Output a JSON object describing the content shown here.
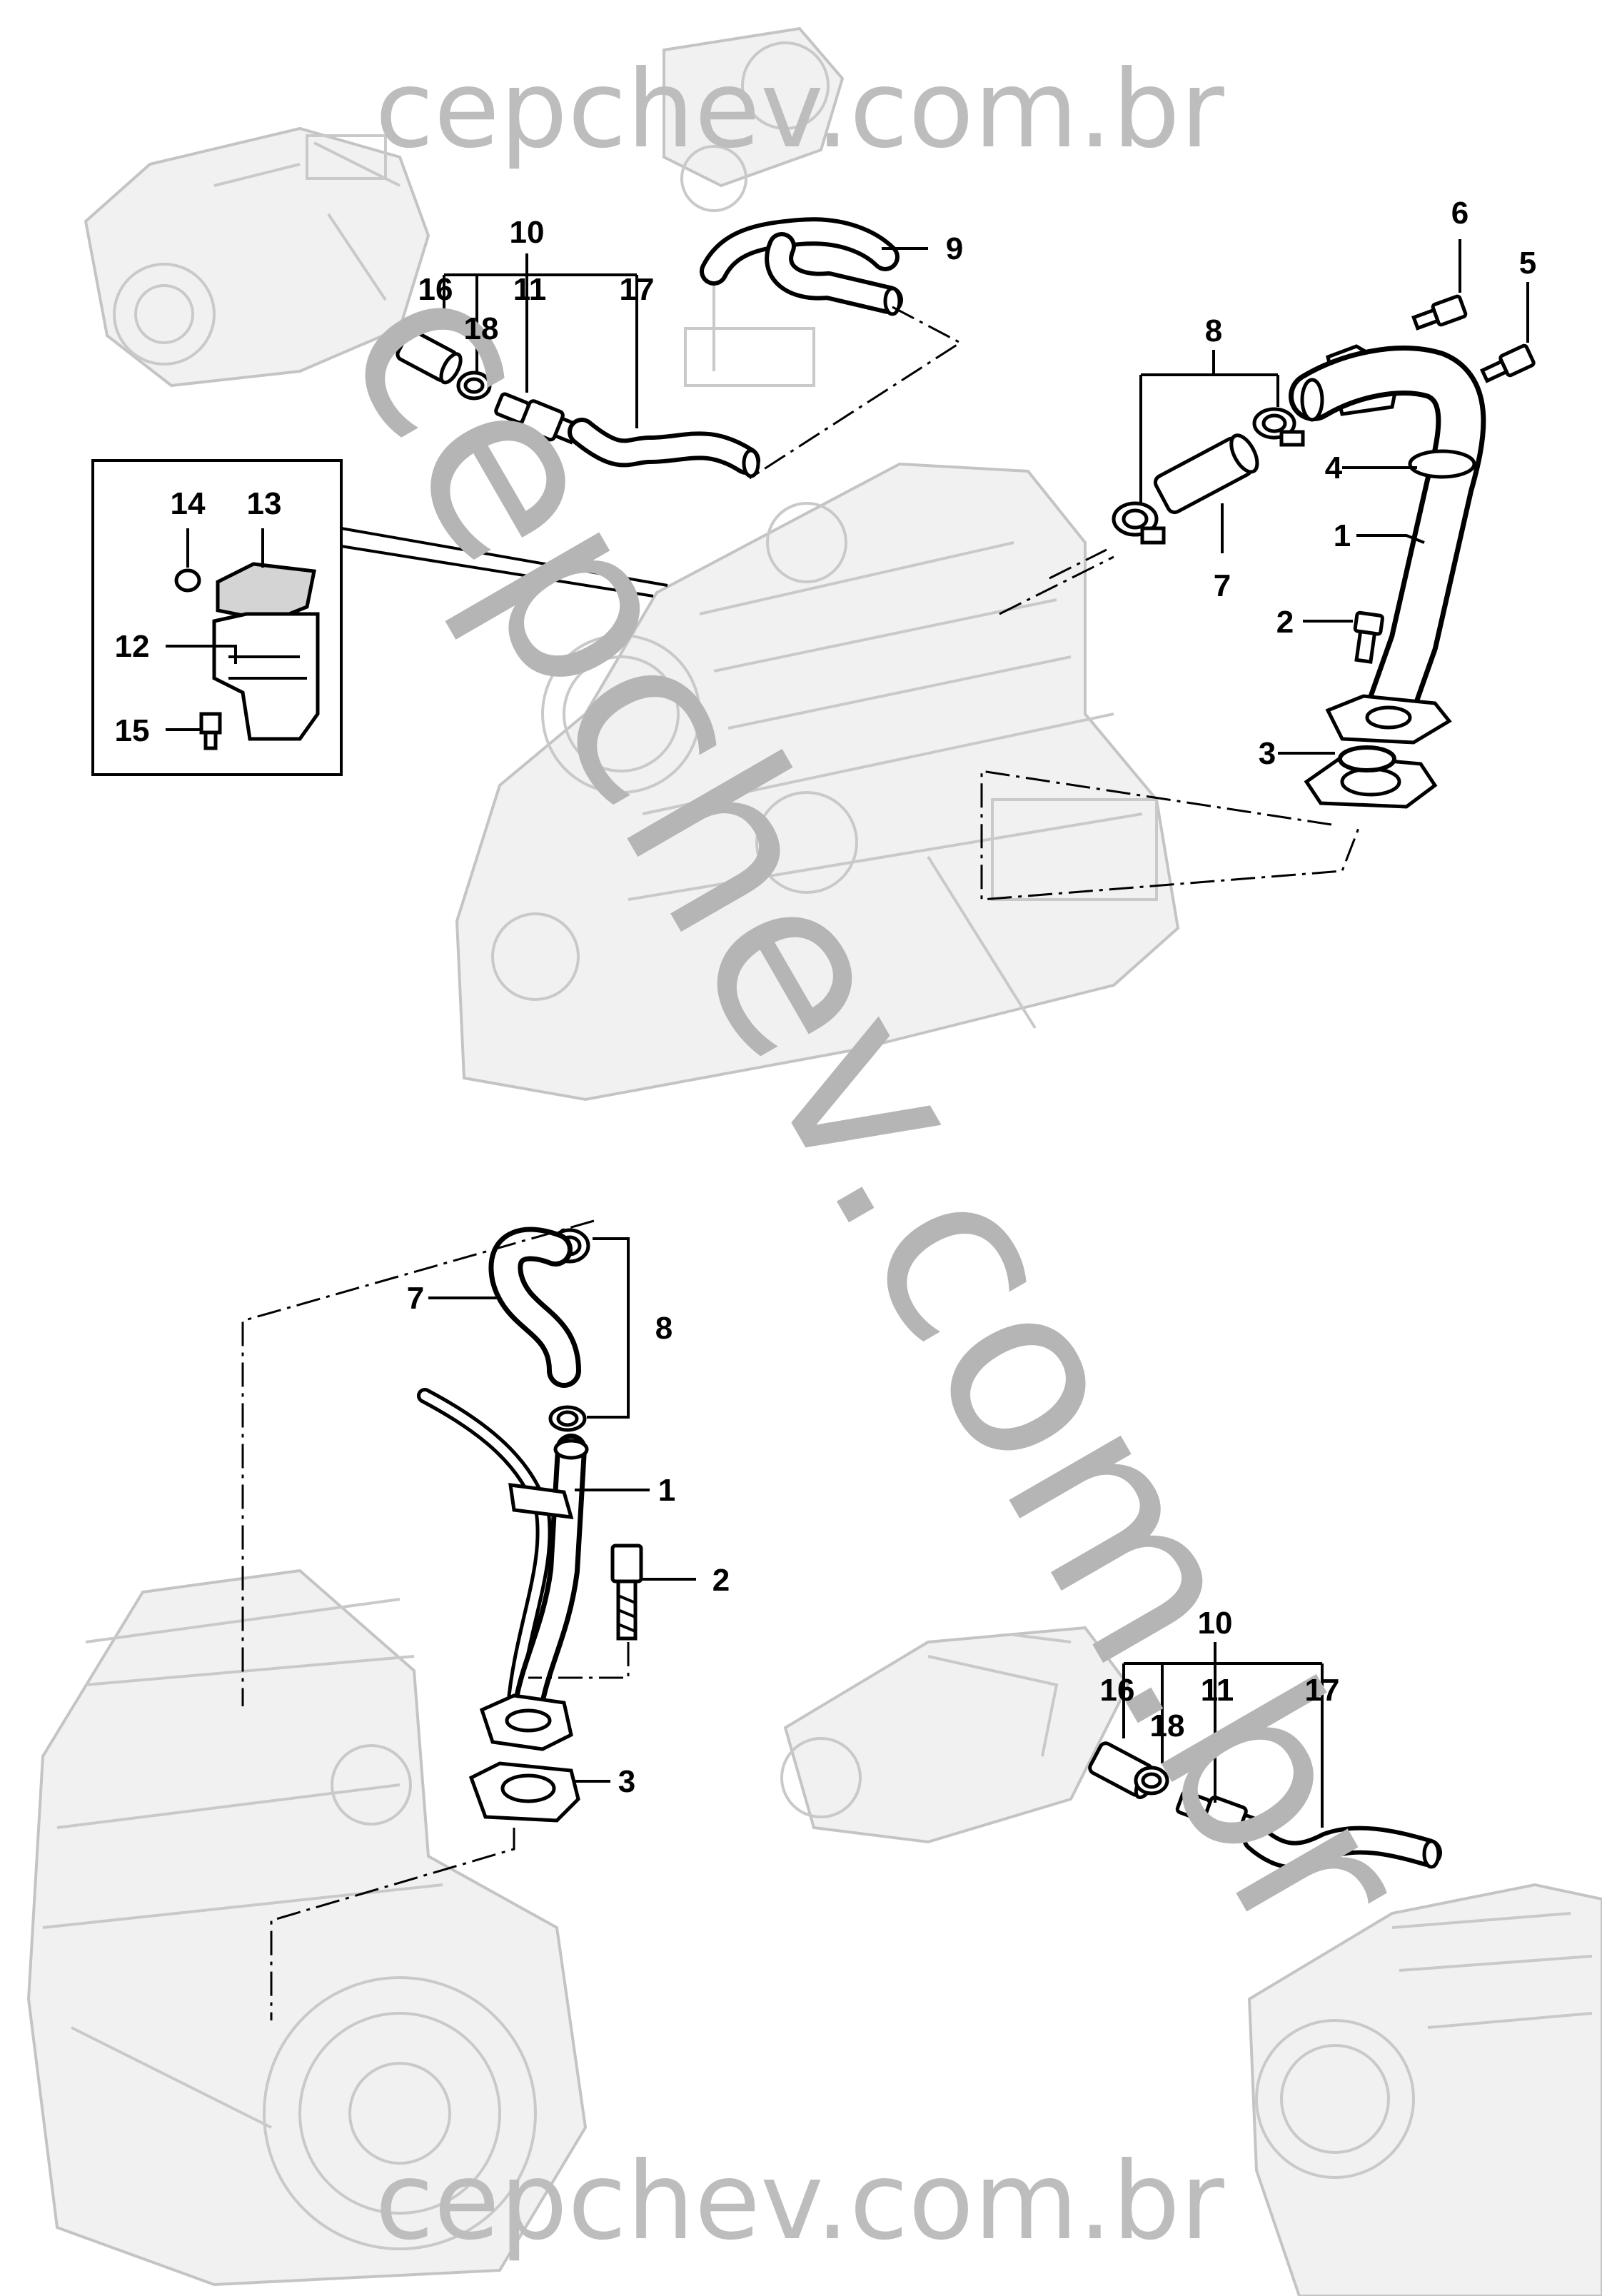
{
  "watermarks": {
    "top": "cepchev.com.br",
    "bottom": "cepchev.com.br",
    "diagonal": "cepchev.com.br"
  },
  "callouts": {
    "upper": {
      "c10": "10",
      "c16": "16",
      "c18": "18",
      "c11": "11",
      "c17": "17",
      "c9": "9",
      "c6": "6",
      "c5": "5",
      "c8": "8",
      "c4": "4",
      "c1": "1",
      "c7": "7",
      "c2": "2",
      "c3": "3",
      "c14": "14",
      "c13": "13",
      "c12": "12",
      "c15": "15"
    },
    "lower": {
      "c7": "7",
      "c8": "8",
      "c1": "1",
      "c2": "2",
      "c3": "3",
      "c10": "10",
      "c16": "16",
      "c18": "18",
      "c11": "11",
      "c17": "17"
    }
  },
  "colors": {
    "ink": "#000000",
    "ghost": "#c9c9c9",
    "watermark": "#b5b5b5"
  }
}
